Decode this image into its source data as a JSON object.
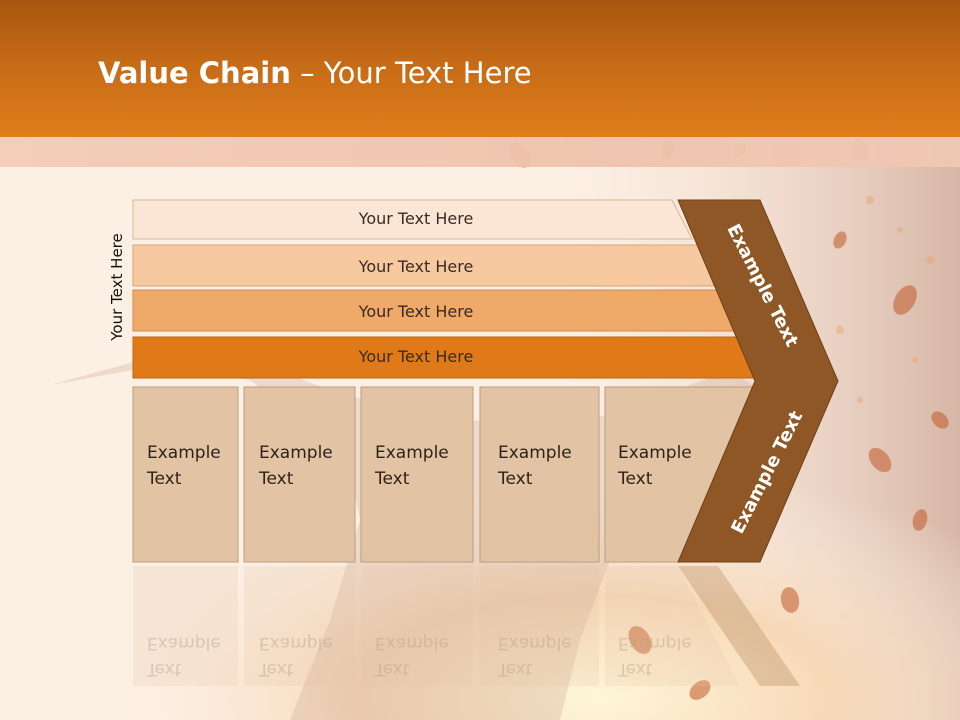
{
  "slide": {
    "title_bold": "Value Chain",
    "title_rest": " – Your Text Here",
    "side_label": "Your Text Here"
  },
  "rows": [
    {
      "label": "Your Text Here",
      "color": "#fbe6d6"
    },
    {
      "label": "Your Text Here",
      "color": "#f6c9a1"
    },
    {
      "label": "Your Text Here",
      "color": "#efaa6a"
    },
    {
      "label": "Your Text Here",
      "color": "#e07a18"
    }
  ],
  "columns": [
    {
      "line1": "Example",
      "line2": "Text"
    },
    {
      "line1": "Example",
      "line2": "Text"
    },
    {
      "line1": "Example",
      "line2": "Text"
    },
    {
      "line1": "Example",
      "line2": "Text"
    },
    {
      "line1": "Example",
      "line2": "Text"
    }
  ],
  "arrow": {
    "upper_label": "Example Text",
    "lower_label": "Example Text",
    "color": "#8e5725"
  },
  "colors": {
    "column_fill": "#e2c3a4",
    "column_border": "#b99c80",
    "header_orange": "#e07e1c"
  }
}
